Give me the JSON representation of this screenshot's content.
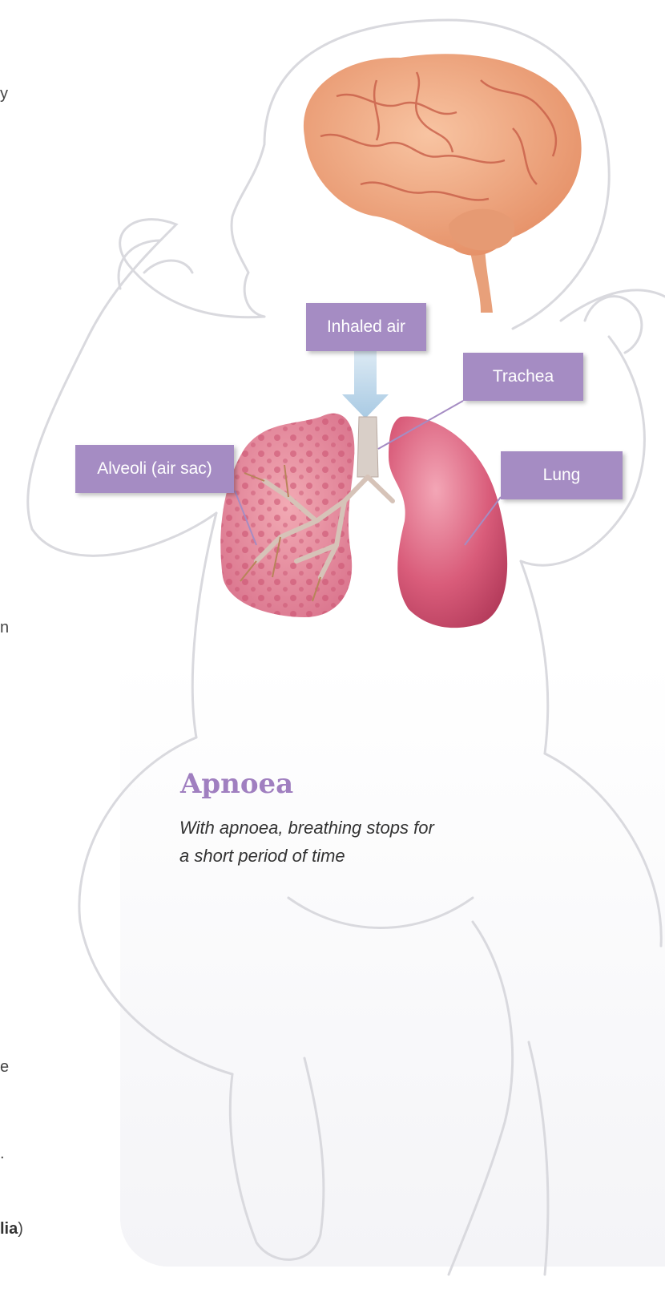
{
  "margin_fragments": {
    "top_letter": "y",
    "mid_letter": "n",
    "lower_letter": "e",
    "period": ".",
    "bottom_bold": "lia",
    "bottom_paren": ")"
  },
  "labels": {
    "inhaled_air": "Inhaled air",
    "trachea": "Trachea",
    "alveoli": "Alveoli (air sac)",
    "lung": "Lung"
  },
  "caption": {
    "title": "Apnoea",
    "text": "With apnoea, breathing stops for a short period of time"
  },
  "colors": {
    "label_bg": "#a58cc3",
    "title": "#a07fc0",
    "outline": "#d9d9de",
    "brain": "#f0a880",
    "lung": "#d45a78",
    "arrow": "#b8d6ea"
  }
}
